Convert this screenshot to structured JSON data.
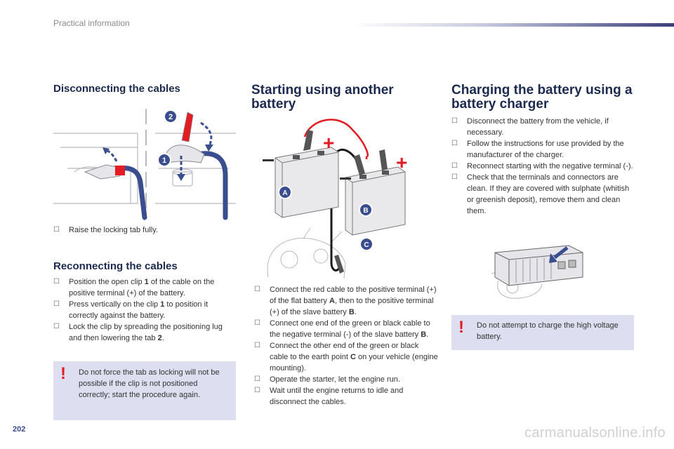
{
  "header": {
    "section_title": "Practical information"
  },
  "page_number": "202",
  "watermark": "carmanualsonline.info",
  "col1": {
    "disconnect": {
      "heading": "Disconnecting the cables",
      "step1": "Raise the locking tab fully."
    },
    "reconnect": {
      "heading": "Reconnecting the cables",
      "items": [
        [
          "Position the open clip ",
          "1",
          " of the cable on the positive terminal (+) of the battery."
        ],
        [
          "Press vertically on the clip ",
          "1",
          " to position it correctly against the battery."
        ],
        [
          "Lock the clip by spreading the positioning lug and then lowering the tab ",
          "2",
          "."
        ]
      ]
    },
    "warning": "Do not force the tab as locking will not be possible if the clip is not positioned correctly; start the procedure again.",
    "figure_labels": [
      "1",
      "2"
    ]
  },
  "col2": {
    "heading": "Starting using another battery",
    "figure_labels": [
      "A",
      "B",
      "C"
    ],
    "items": [
      [
        "Connect the red cable to the positive terminal (+) of the flat battery ",
        "A",
        ", then to the positive terminal (+) of the slave battery ",
        "B",
        "."
      ],
      [
        "Connect one end of the green or black cable to the negative terminal (-) of the slave battery ",
        "B",
        "."
      ],
      [
        "Connect the other end of the green or black cable to the earth point ",
        "C",
        " on your vehicle (engine mounting)."
      ],
      [
        "Operate the starter, let the engine run.",
        "",
        "",
        "",
        ""
      ],
      [
        "Wait until the engine returns to idle and disconnect the cables.",
        "",
        "",
        "",
        ""
      ]
    ]
  },
  "col3": {
    "heading": "Charging the battery using a battery charger",
    "items": [
      "Disconnect the battery from the vehicle, if necessary.",
      "Follow the instructions for use provided by the manufacturer of the charger.",
      "Reconnect starting with the negative terminal (-).",
      "Check that the terminals and connectors are clean. If they are covered with sulphate (whitish or greenish deposit), remove them and clean them."
    ],
    "warning": "Do not attempt to charge the high voltage battery."
  },
  "colors": {
    "heading": "#1d2a50",
    "warning_bg": "#dddff0",
    "warning_mark": "#e31b23",
    "figure_blue": "#3a4d8f",
    "positive_red": "#e31b23"
  }
}
